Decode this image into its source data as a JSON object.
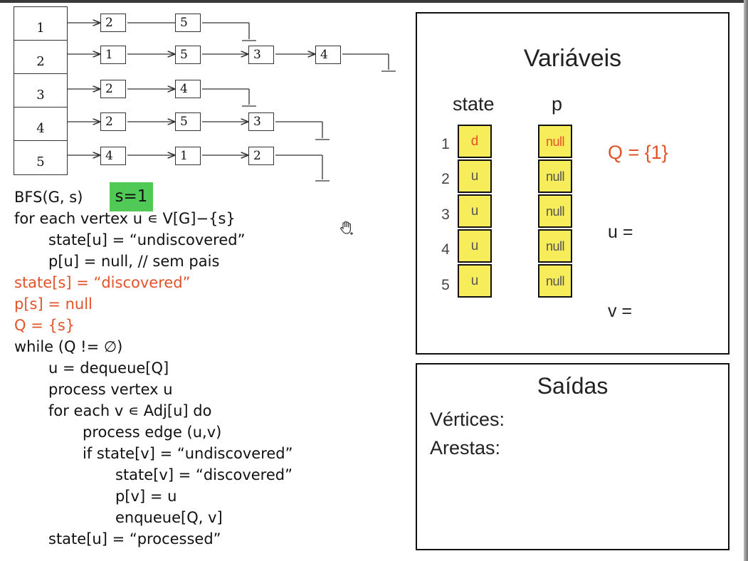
{
  "adjacency": {
    "vertices": [
      "1",
      "2",
      "3",
      "4",
      "5"
    ],
    "lists": [
      [
        "2",
        "5"
      ],
      [
        "1",
        "5",
        "3",
        "4"
      ],
      [
        "2",
        "4"
      ],
      [
        "2",
        "5",
        "3"
      ],
      [
        "4",
        "1",
        "2"
      ]
    ]
  },
  "code": {
    "lines": [
      "BFS(G, s)",
      "for each vertex u ∊ V[G]−{s}",
      "state[u] = “undiscovered”",
      "p[u] = null, // sem pais",
      "state[s] = “discovered”",
      "p[s] = null",
      "Q = {s}",
      "while (Q != ∅)",
      "u = dequeue[Q]",
      "process vertex u",
      "for each v ∊ Adj[u] do",
      "process edge (u,v)",
      "if state[v] = “undiscovered”",
      "state[v] = “discovered”",
      "p[v] = u",
      "enqueue[Q, v]",
      "state[u] = “processed”"
    ],
    "badge": "s=1"
  },
  "variables": {
    "title": "Variáveis",
    "state_header": "state",
    "p_header": "p",
    "row_numbers": [
      "1",
      "2",
      "3",
      "4",
      "5"
    ],
    "state": [
      "d",
      "u",
      "u",
      "u",
      "u"
    ],
    "p": [
      "null",
      "null",
      "null",
      "null",
      "null"
    ],
    "queue": "Q = {1}",
    "u_label": "u =",
    "v_label": "v ="
  },
  "outputs": {
    "title": "Saídas",
    "vertices_label": "Vértices:",
    "edges_label": "Arestas:"
  },
  "colors": {
    "highlight": "#e2532a",
    "cell_fill": "#f7ec5a",
    "badge_fill": "#51c956"
  }
}
